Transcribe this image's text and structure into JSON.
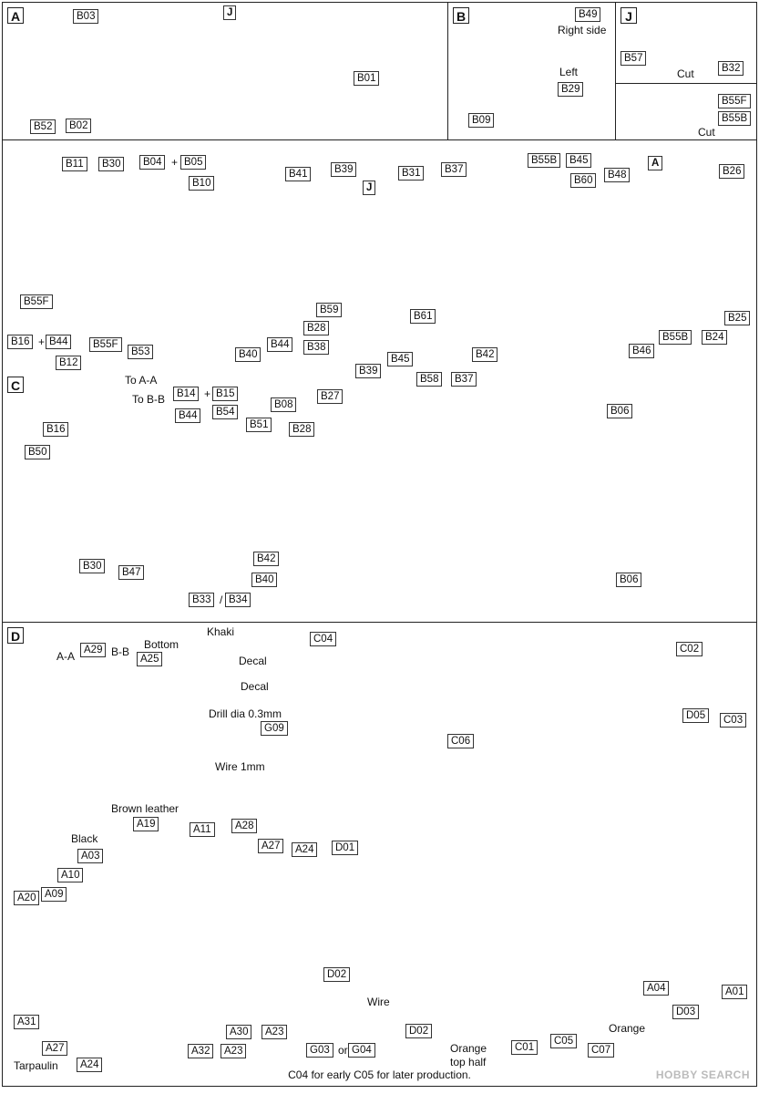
{
  "sections": {
    "A": {
      "tag": "A",
      "labels": [
        "B03",
        "J",
        "B01",
        "B52",
        "B02"
      ]
    },
    "B": {
      "tag": "B",
      "labels": [
        "B49",
        "B29",
        "B09"
      ],
      "texts": [
        "Right side",
        "Left"
      ]
    },
    "J": {
      "tag": "J",
      "labels": [
        "B57",
        "B32",
        "B55F",
        "B55B"
      ],
      "texts": [
        "Cut",
        "Cut"
      ]
    },
    "main": {
      "labels": [
        "B11",
        "B30",
        "B04",
        "B05",
        "B10",
        "B41",
        "B39",
        "J",
        "B31",
        "B37",
        "B55B",
        "B45",
        "A",
        "B26",
        "B60",
        "B48",
        "B55F",
        "B16",
        "B44",
        "B55F",
        "B12",
        "B53",
        "B40",
        "B44",
        "B38",
        "B28",
        "B59",
        "B45",
        "B39",
        "B61",
        "B58",
        "B37",
        "B42",
        "B46",
        "B55B",
        "B24",
        "B25"
      ]
    },
    "C": {
      "tag": "C",
      "labels": [
        "B14",
        "B15",
        "B44",
        "B54",
        "B08",
        "B27",
        "B16",
        "B51",
        "B28",
        "B06",
        "B50",
        "B30",
        "B47",
        "B42",
        "B40",
        "B33",
        "B34",
        "B06"
      ],
      "texts": [
        "To A-A",
        "To B-B"
      ]
    },
    "D": {
      "tag": "D",
      "labels": [
        "A29",
        "A25",
        "C04",
        "C02",
        "C06",
        "D05",
        "C03",
        "G09",
        "D01",
        "A19",
        "A11",
        "A28",
        "A27",
        "A24",
        "A03",
        "A10",
        "A20",
        "A09",
        "A31",
        "A27",
        "A24",
        "A32",
        "A23",
        "A30",
        "A23",
        "D02",
        "D02",
        "G03",
        "G04",
        "C01",
        "C05",
        "C07",
        "A04",
        "D03",
        "A01"
      ],
      "texts": [
        "A-A",
        "B-B",
        "Bottom",
        "Khaki",
        "Decal",
        "Decal",
        "Drill dia 0.3mm",
        "Wire 1mm",
        "Brown leather",
        "Black",
        "Tarpaulin",
        "Wire",
        "Orange",
        "top half",
        "Orange",
        "or"
      ]
    }
  },
  "footer_note": "C04 for early C05 for later production.",
  "watermark": "HOBBY SEARCH"
}
